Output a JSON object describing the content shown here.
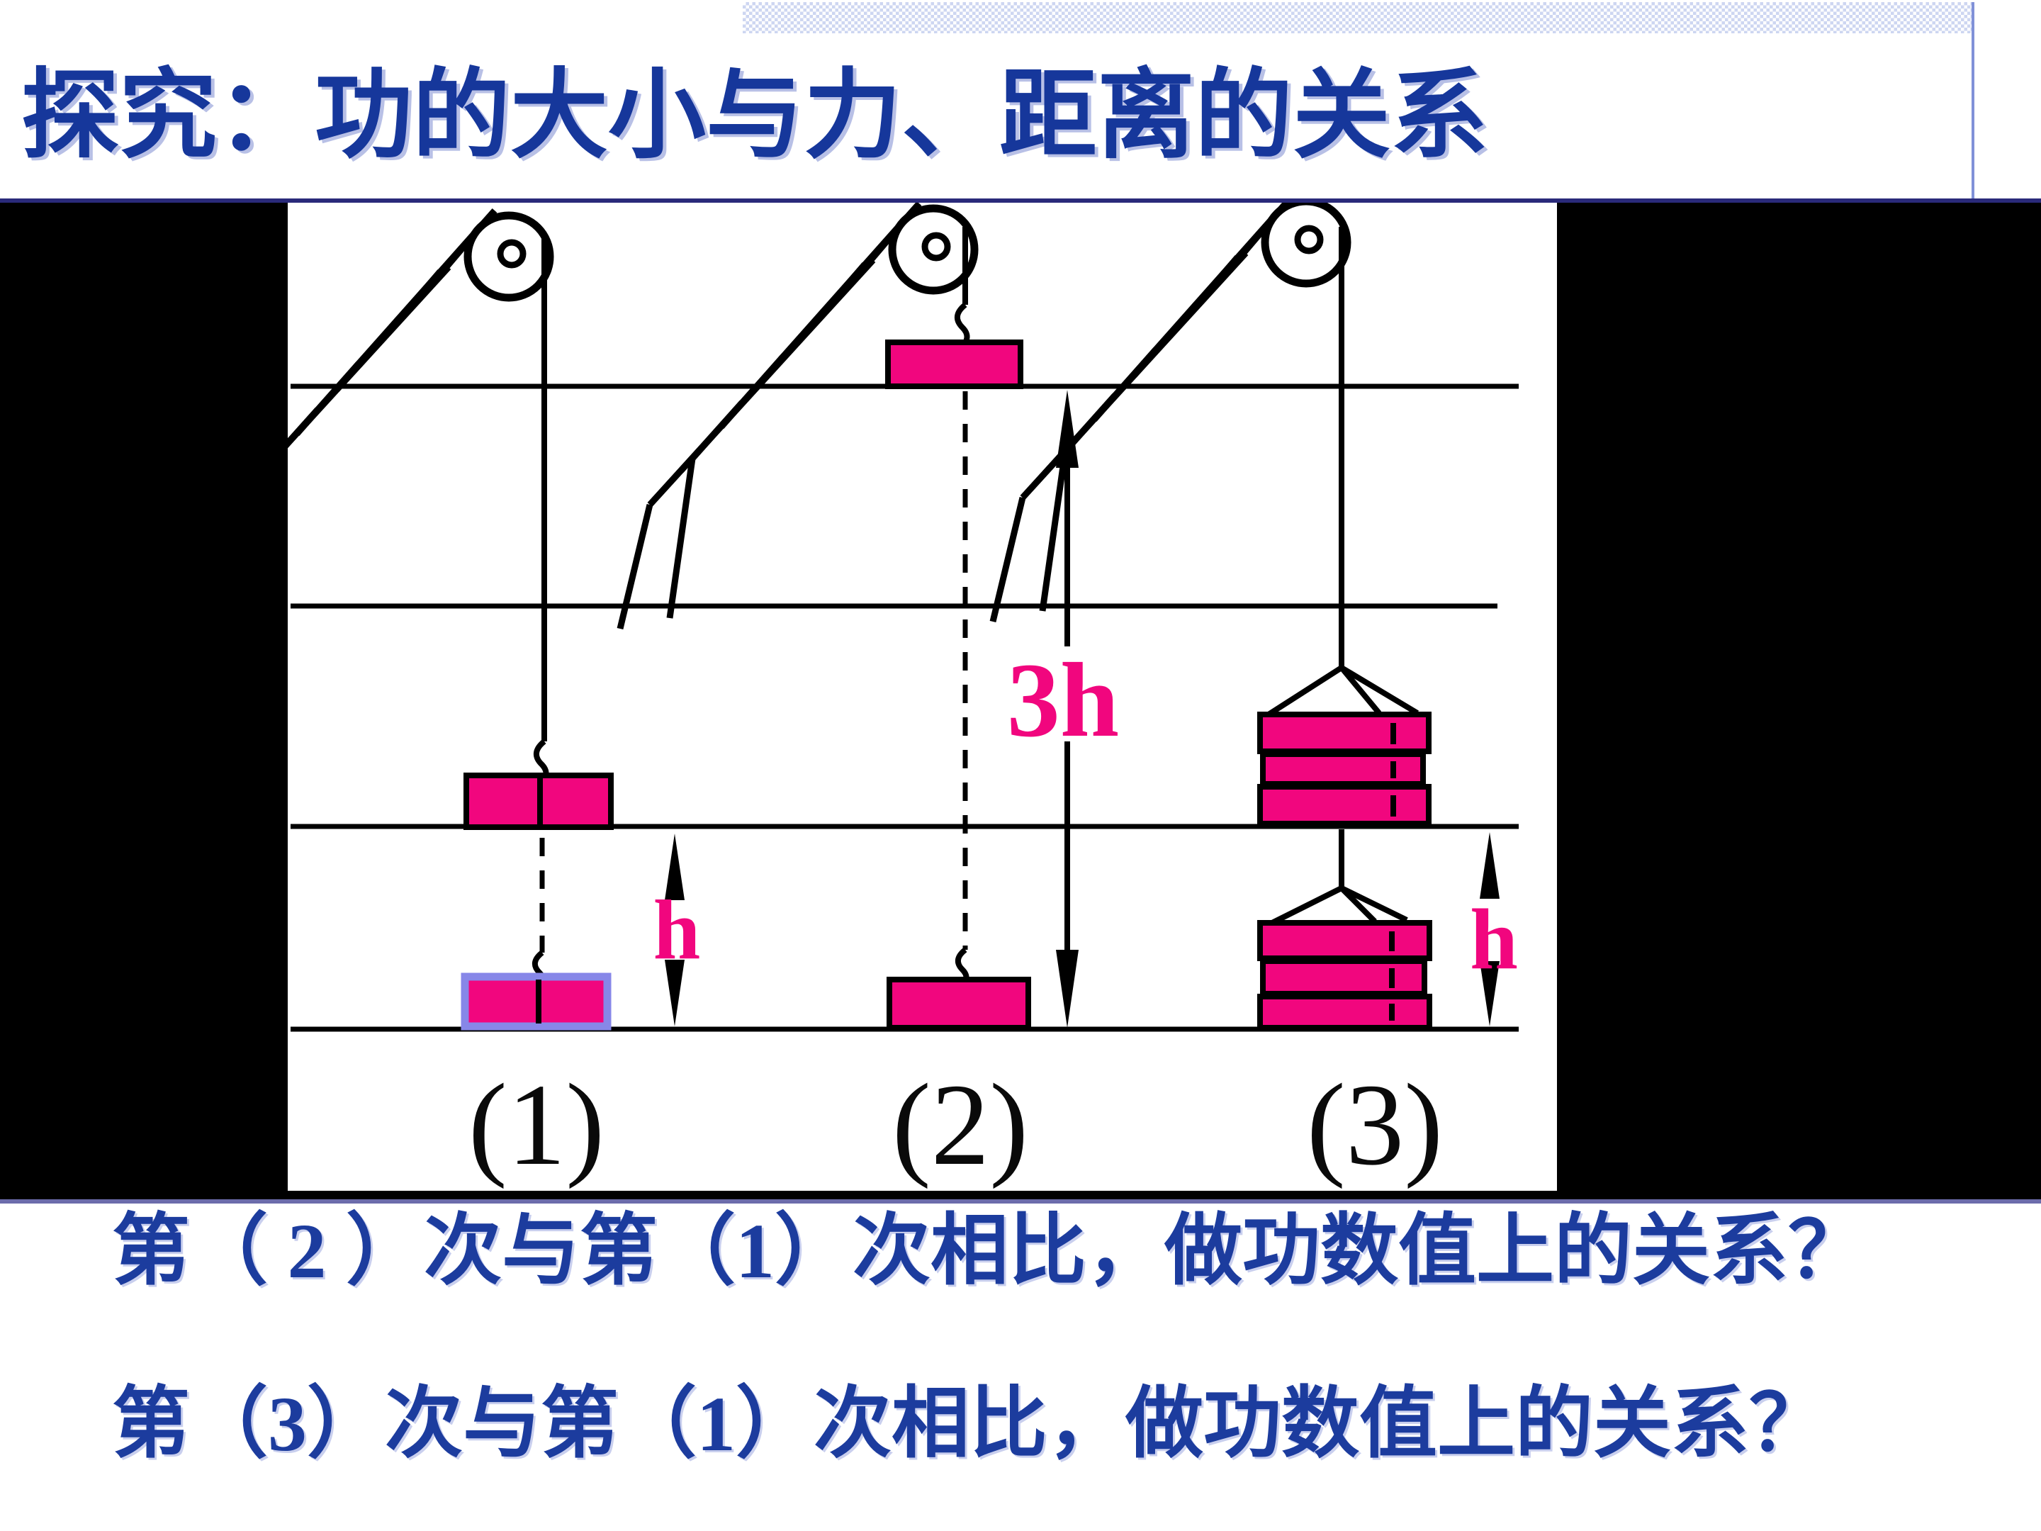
{
  "slide": {
    "title": "探究：功的大小与力、距离的关系",
    "questions": {
      "q1": "第（ 2 ）次与第（1）次相比，做功数值上的关系？",
      "q2": "第（3）次与第（1）次相比，做功数值上的关系？"
    },
    "figure": {
      "height_label_1": "h",
      "height_label_2": "3h",
      "height_label_3": "h",
      "caption_1": "(1)",
      "caption_2": "(2)",
      "caption_3": "(3)"
    },
    "colors": {
      "title_blue": "#16379b",
      "question_blue": "#1c3c9e",
      "magenta": "#f1067e",
      "periwinkle_outline": "#8787e8",
      "pattern_blue": "#cdd6f1",
      "band_top_line": "#2a2a7a",
      "band_bottom_line": "#6c6cab",
      "right_rule_blue": "#8091d8",
      "band_black": "#000000"
    }
  }
}
